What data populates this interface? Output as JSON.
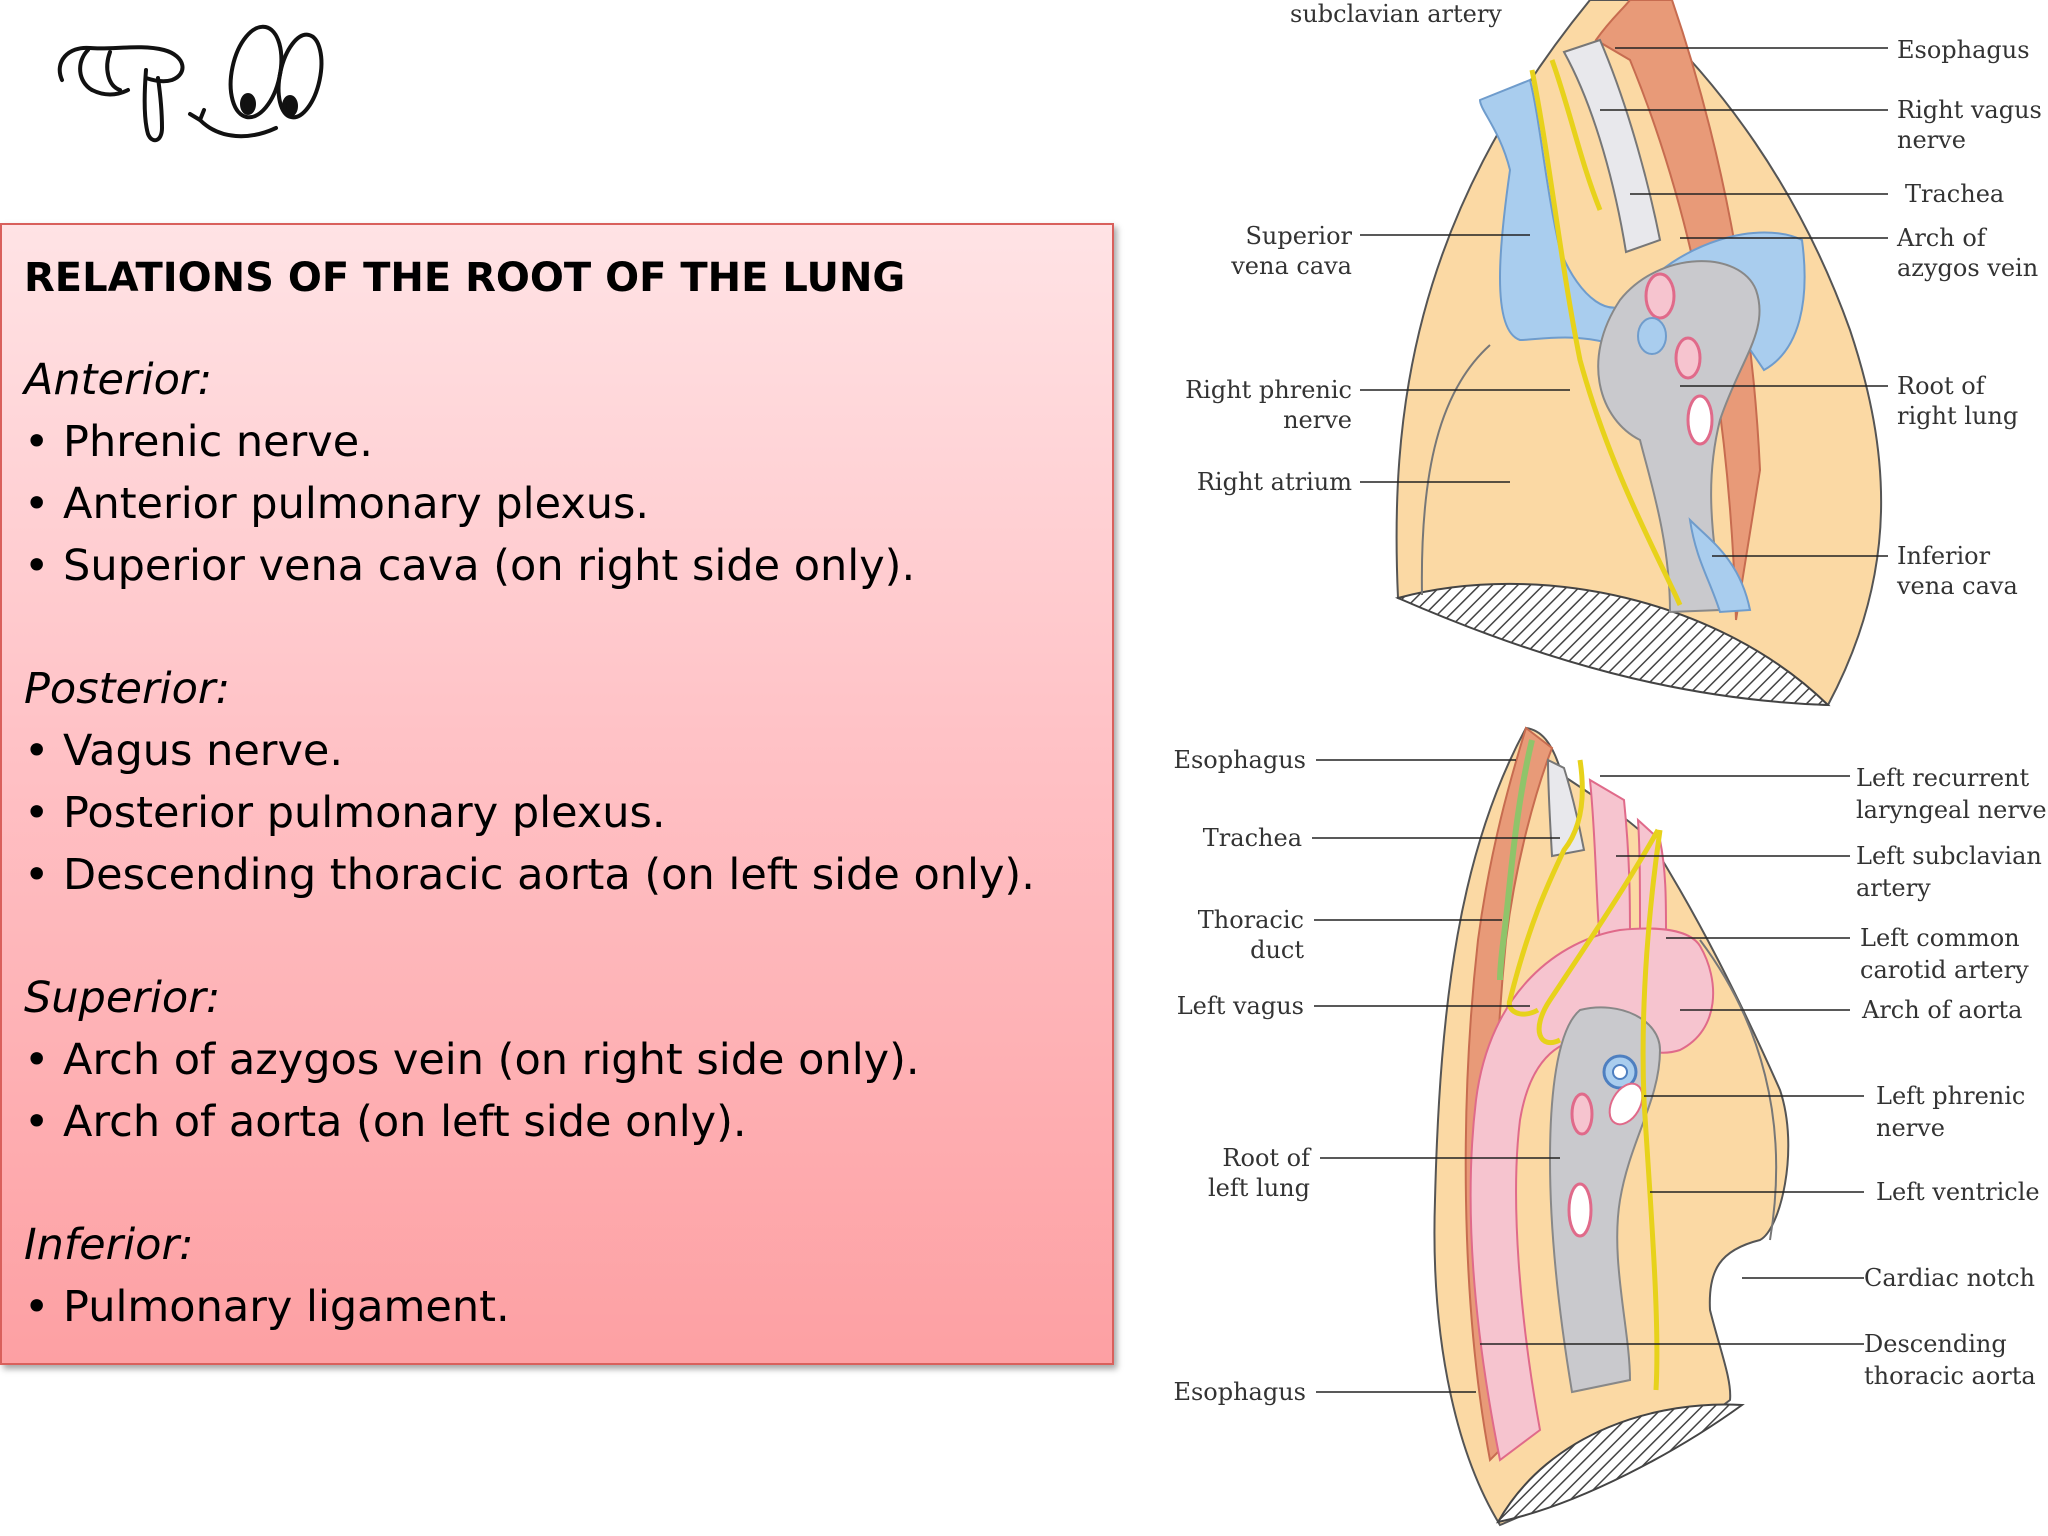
{
  "panel": {
    "title": "RELATIONS OF THE ROOT OF THE LUNG",
    "sections": [
      {
        "heading": "Anterior:",
        "items": [
          "• Phrenic nerve.",
          "• Anterior pulmonary plexus.",
          "• Superior vena cava (on right side only)."
        ]
      },
      {
        "heading": "Posterior:",
        "items": [
          "• Vagus nerve.",
          "• Posterior pulmonary plexus.",
          "• Descending thoracic aorta (on left side only)."
        ]
      },
      {
        "heading": "Superior:",
        "items": [
          "• Arch of azygos vein (on right side only).",
          "• Arch of aorta (on left side only)."
        ]
      },
      {
        "heading": "Inferior:",
        "items": [
          "• Pulmonary ligament."
        ]
      }
    ]
  },
  "right_lung": {
    "top_label": "subclavian artery",
    "labels_left": [
      [
        "Superior",
        "vena cava"
      ],
      [
        "Right phrenic",
        "nerve"
      ],
      [
        "Right atrium"
      ]
    ],
    "labels_right": [
      [
        "Esophagus"
      ],
      [
        "Right vagus",
        "nerve"
      ],
      [
        "Trachea"
      ],
      [
        "Arch of",
        "azygos vein"
      ],
      [
        "Root of",
        "right lung"
      ],
      [
        "Inferior",
        "vena cava"
      ]
    ]
  },
  "left_lung": {
    "labels_left": [
      [
        "Esophagus"
      ],
      [
        "Trachea"
      ],
      [
        "Thoracic",
        "duct"
      ],
      [
        "Left vagus"
      ],
      [
        "Root of",
        "left lung"
      ],
      [
        "Esophagus"
      ]
    ],
    "labels_right": [
      [
        "Left recurrent",
        "laryngeal nerve"
      ],
      [
        "Left subclavian",
        "artery"
      ],
      [
        "Left common",
        "carotid artery"
      ],
      [
        "Arch of aorta"
      ],
      [
        "Left phrenic",
        "nerve"
      ],
      [
        "Left ventricle"
      ],
      [
        "Cardiac notch"
      ],
      [
        "Descending",
        "thoracic aorta"
      ]
    ]
  },
  "colors": {
    "lung": "#fbd9a4",
    "vein": "#a9cdee",
    "nerve": "#e7d21b",
    "muscle": "#e89a78",
    "artery": "#f6c4cf",
    "root": "#c9c9cd"
  },
  "icons": [
    "pointing-hand-icon",
    "eyes-icon"
  ]
}
